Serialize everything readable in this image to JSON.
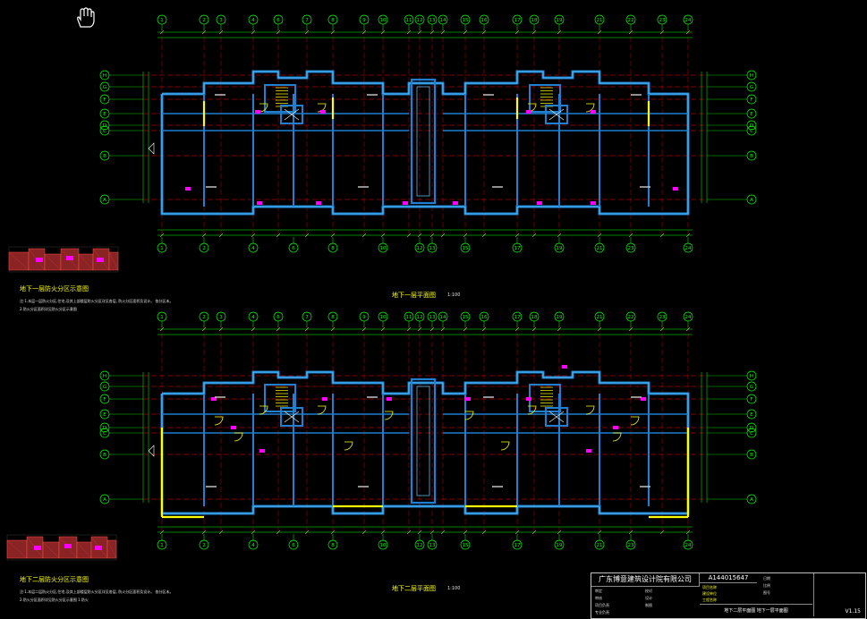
{
  "axes_top": [
    "1",
    "2",
    "3",
    "4",
    "6",
    "7",
    "8",
    "9",
    "10",
    "11",
    "12",
    "13",
    "14",
    "15",
    "16",
    "17",
    "18",
    "19",
    "21",
    "22",
    "23",
    "24"
  ],
  "axes_bottom": [
    "1",
    "2",
    "4",
    "6",
    "8",
    "10",
    "12",
    "13",
    "15",
    "17",
    "19",
    "21",
    "23",
    "24"
  ],
  "rows_left": [
    "H",
    "G",
    "F",
    "E",
    "D",
    "C",
    "B",
    "A"
  ],
  "rows_right": [
    "H",
    "G",
    "F",
    "E",
    "D",
    "C",
    "B",
    "A"
  ],
  "notes_1": {
    "title": "地下一层防火分区示意图",
    "lines": [
      "注:1.本层一层防火分区,住宅,及其上部楼层防火分区详见各层, 防火分区面积及设计。 各分区未。",
      "   2.防火分区面积详见防火分区示意图"
    ]
  },
  "notes_2": {
    "title": "地下二层防火分区示意图",
    "lines": [
      "注:1.本层二层防火分区,住宅,及其上部楼层防火分区详见各层, 防火分区面积及设计。 各分区未。",
      "   2.防火分区面积详见防火分区示意图 1.防火"
    ]
  },
  "plan_1": {
    "title": "地下一层平面图",
    "scale": "1:100"
  },
  "plan_2": {
    "title": "地下二层平面图",
    "scale": "1:100"
  },
  "title_block": {
    "company": "广东博意建筑设计院有限公司",
    "cert": "A144015647",
    "drawing": "地下二层平面图  地下一层平面图",
    "version": "V1.15",
    "cells": [
      "项目名称",
      "建设单位",
      "工程名称",
      "审定",
      "审核",
      "项目负责",
      "专业负责",
      "校对",
      "设计",
      "制图",
      "日期",
      "比例",
      "图号"
    ]
  },
  "colors": {
    "axis": "#00ff00",
    "grid": "#ff0000",
    "wall": "#1f7fd0",
    "wall_inner": "#5fd0ff",
    "door": "#ffff00",
    "mark": "#ff00ff"
  }
}
